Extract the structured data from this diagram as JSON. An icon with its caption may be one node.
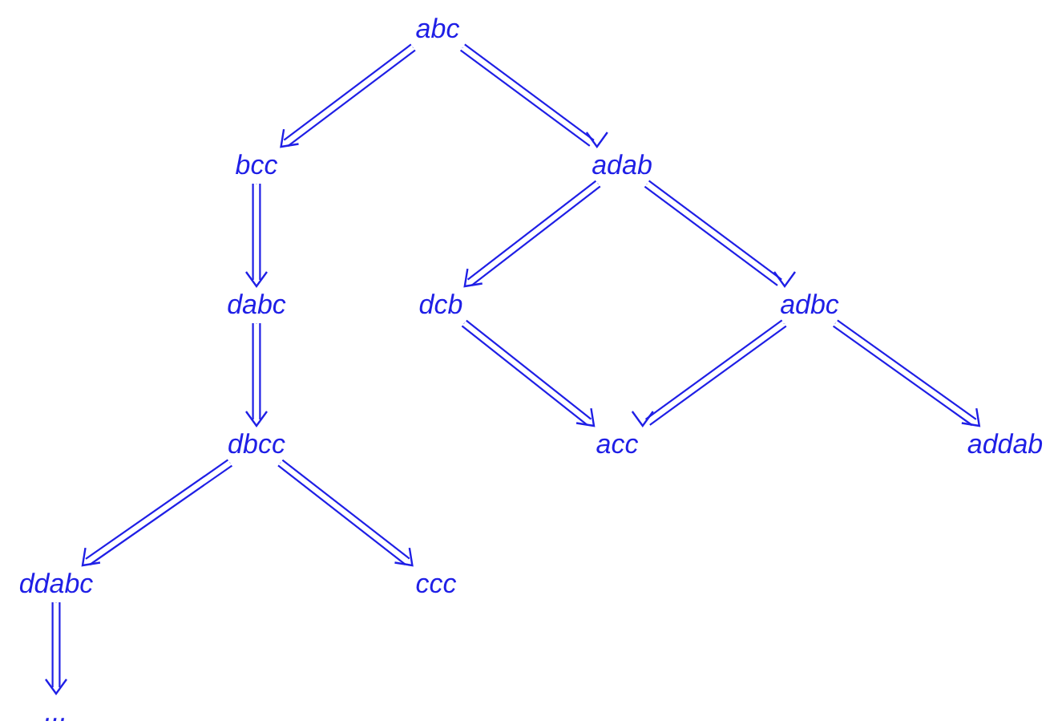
{
  "diagram": {
    "nodes": [
      {
        "text": [
          "abc"
        ]
      },
      {
        "text": [
          "bcc"
        ]
      },
      {
        "text": [
          "adab"
        ]
      },
      {
        "text": [
          "dabc"
        ]
      },
      {
        "text": [
          "dcb"
        ]
      },
      {
        "text": [
          "adbc"
        ]
      },
      {
        "text": [
          "dbcc"
        ]
      },
      {
        "text": [
          "acc"
        ]
      },
      {
        "text": [
          "addab"
        ]
      },
      {
        "text": [
          "ddabc"
        ]
      },
      {
        "text": [
          "ccc"
        ]
      },
      {
        "text": [
          "..."
        ]
      }
    ],
    "edges": [
      {
        "from": 0,
        "to": 1,
        "arrow": "to"
      },
      {
        "from": 0,
        "to": 2,
        "arrow": "to"
      },
      {
        "from": 1,
        "to": 3,
        "arrow": "to"
      },
      {
        "from": 2,
        "to": 4,
        "arrow": "to"
      },
      {
        "from": 2,
        "to": 5,
        "arrow": "to"
      },
      {
        "from": 3,
        "to": 6,
        "arrow": "to"
      },
      {
        "from": 4,
        "to": 7,
        "arrow": "to"
      },
      {
        "from": 5,
        "to": 7,
        "arrow": "to"
      },
      {
        "from": 5,
        "to": 8,
        "arrow": "to"
      },
      {
        "from": 6,
        "to": 9,
        "arrow": "to"
      },
      {
        "from": 6,
        "to": 10,
        "arrow": "to"
      },
      {
        "from": 9,
        "to": 11,
        "arrow": "to"
      }
    ]
  }
}
